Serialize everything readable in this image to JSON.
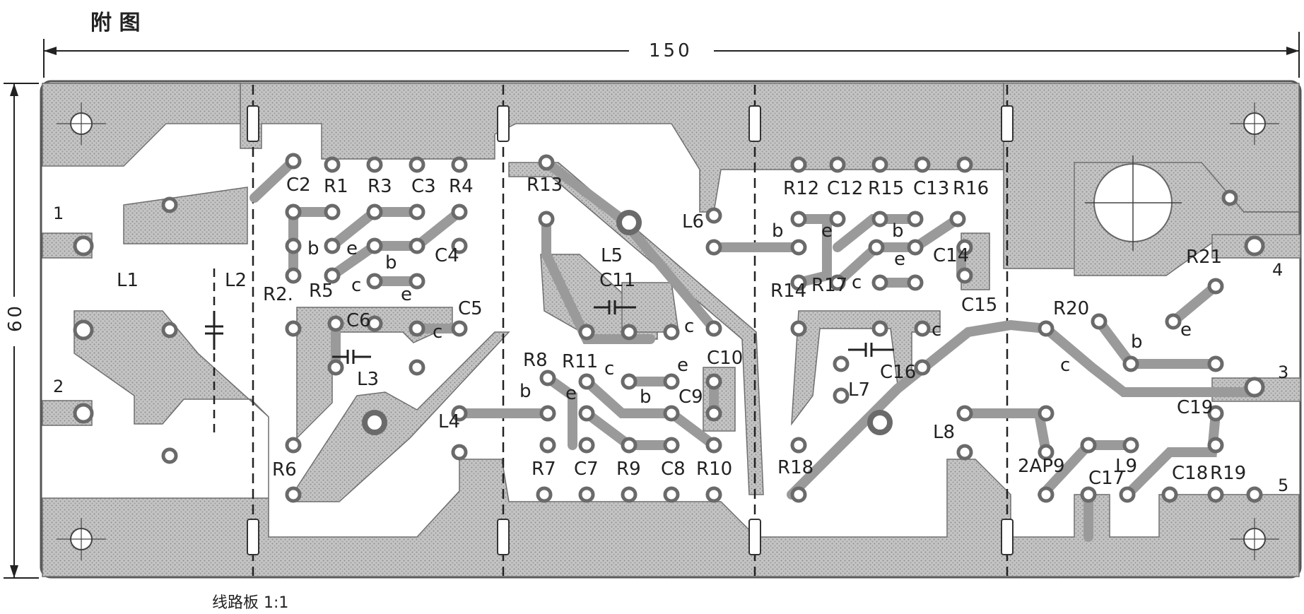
{
  "title": "附 图",
  "caption": "线路板 1:1",
  "dimensions": {
    "width": "150",
    "height": "60"
  },
  "colors": {
    "copper": "#bdbdbd",
    "copper_edge": "#7d7d7d",
    "board_bg": "#ffffff",
    "ink": "#222222"
  },
  "terminals": [
    "1",
    "2",
    "3",
    "4",
    "5"
  ],
  "components": {
    "resistors": [
      "R1",
      "R2.",
      "R3",
      "R4",
      "R5",
      "R6",
      "R7",
      "R8",
      "R9",
      "R10",
      "R11",
      "R12",
      "R13",
      "R14",
      "R15",
      "R16",
      "R17",
      "R18",
      "R19",
      "R20",
      "R21"
    ],
    "capacitors": [
      "C2",
      "C3",
      "C4",
      "C5",
      "C6",
      "C7",
      "C8",
      "C9",
      "C10",
      "C11",
      "C12",
      "C13",
      "C14",
      "C15",
      "C16",
      "C17",
      "C18",
      "C19"
    ],
    "inductors": [
      "L1",
      "L2",
      "L3",
      "L4",
      "L5",
      "L6",
      "L7",
      "L8",
      "L9"
    ],
    "diodes": [
      "2AP9"
    ]
  },
  "pin_letters": [
    "b",
    "e",
    "c"
  ]
}
